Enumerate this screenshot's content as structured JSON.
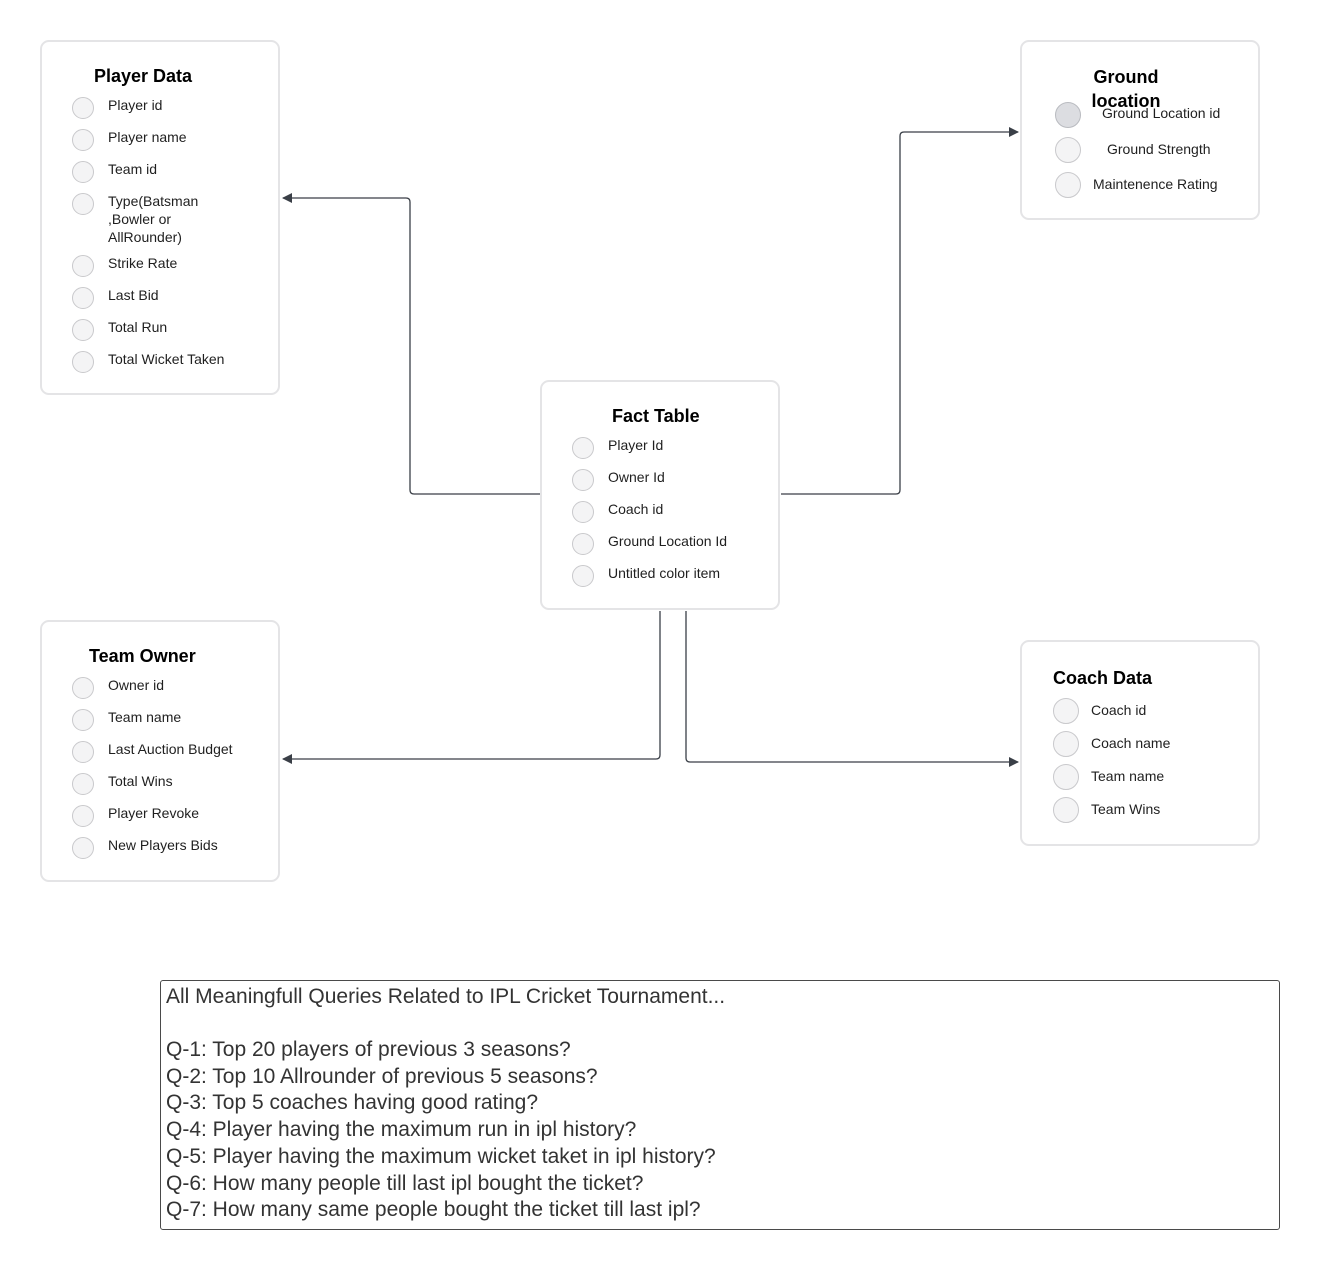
{
  "player_data": {
    "title": "Player Data",
    "fields": [
      "Player id",
      "Player name",
      "Team id",
      "Type(Batsman ,Bowler or AllRounder)",
      "Strike Rate",
      "Last Bid",
      "Total Run",
      "Total Wicket Taken"
    ]
  },
  "ground_location": {
    "title": "Ground location",
    "fields": [
      "Ground Location id",
      "Ground Strength",
      "Maintenence Rating"
    ]
  },
  "fact_table": {
    "title": "Fact Table",
    "fields": [
      "Player Id",
      "Owner Id",
      "Coach id",
      "Ground Location Id",
      "Untitled color item"
    ]
  },
  "team_owner": {
    "title": "Team Owner",
    "fields": [
      "Owner id",
      "Team name",
      "Last Auction Budget",
      "Total Wins",
      "Player Revoke",
      "New Players Bids"
    ]
  },
  "coach_data": {
    "title": "Coach Data",
    "fields": [
      "Coach id",
      "Coach name",
      "Team name",
      "Team Wins"
    ]
  },
  "queries": {
    "heading": "All Meaningfull Queries Related to IPL Cricket Tournament...",
    "items": [
      "Q-1: Top 20 players of previous 3 seasons?",
      "Q-2: Top 10 Allrounder of previous 5 seasons?",
      "Q-3: Top 5 coaches having good rating?",
      "Q-4: Player having the maximum run in ipl history?",
      "Q-5: Player having the maximum wicket taket in ipl history?",
      "Q-6: How many people till last ipl bought the ticket?",
      "Q-7: How many same people bought the ticket till last ipl?"
    ]
  },
  "colors": {
    "connector": "#3a3f47",
    "card_border": "#e4e4e6",
    "dot_fill": "#f4f4f5"
  }
}
